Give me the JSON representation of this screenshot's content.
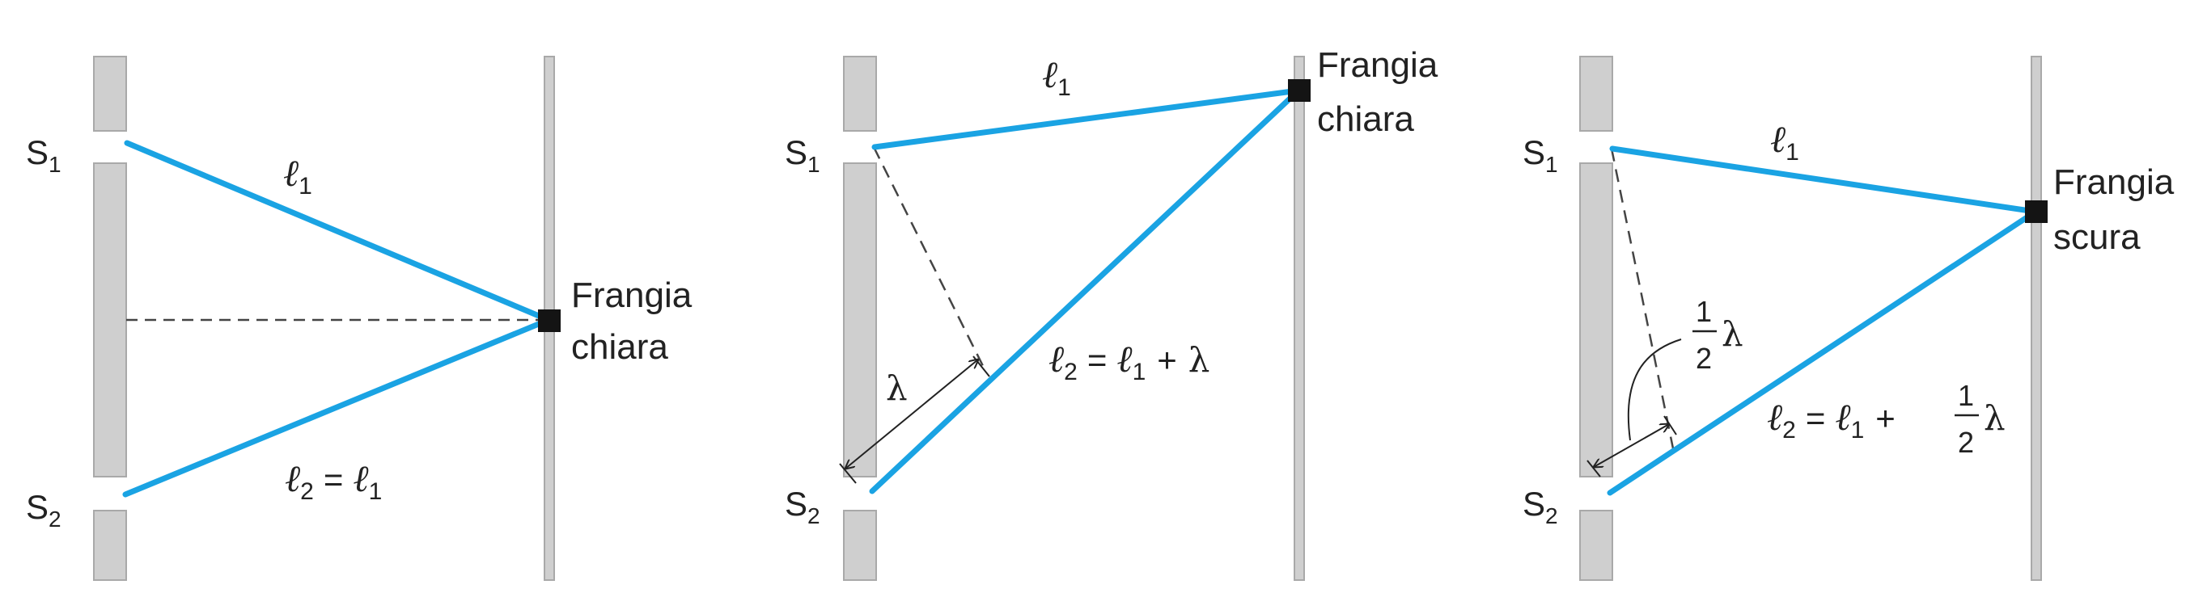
{
  "colors": {
    "ray": "#1aa3e3",
    "wall_fill": "#cfcfcf",
    "wall_stroke": "#a9a9a9",
    "text": "#222222",
    "marker": "#141414",
    "dashed": "#444444"
  },
  "symbols": {
    "source1_letter": "S",
    "source1_sub": "1",
    "source2_letter": "S",
    "source2_sub": "2",
    "ell": "ℓ",
    "sub1": "1",
    "sub2": "2",
    "equals": "=",
    "plus": "+",
    "lambda": "λ",
    "half_num": "1",
    "half_den": "2"
  },
  "panels": [
    {
      "fringe_line1": "Frangia",
      "fringe_line2": "chiara"
    },
    {
      "fringe_line1": "Frangia",
      "fringe_line2": "chiara"
    },
    {
      "fringe_line1": "Frangia",
      "fringe_line2": "scura"
    }
  ]
}
